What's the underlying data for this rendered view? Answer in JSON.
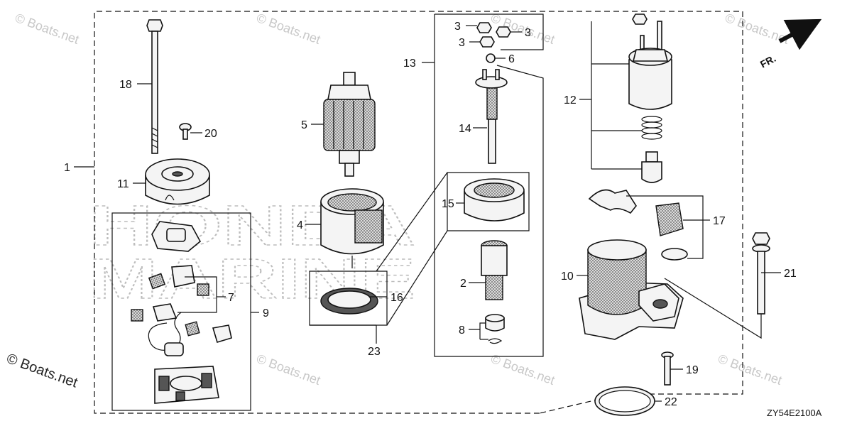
{
  "watermark": {
    "text": "© Boats.net",
    "corner_text": "© Boats.net",
    "background_brand": [
      "HONDA",
      "MARINE"
    ]
  },
  "part_code": "ZY54E2100A",
  "orientation_label": "FR.",
  "callouts": {
    "c1": "1",
    "c2": "2",
    "c3a": "3",
    "c3b": "3",
    "c3c": "3",
    "c4": "4",
    "c5": "5",
    "c6": "6",
    "c7": "7",
    "c8": "8",
    "c9": "9",
    "c10": "10",
    "c11": "11",
    "c12": "12",
    "c13": "13",
    "c14": "14",
    "c15": "15",
    "c16": "16",
    "c17": "17",
    "c18": "18",
    "c19": "19",
    "c20": "20",
    "c21": "21",
    "c22": "22",
    "c23": "23"
  }
}
